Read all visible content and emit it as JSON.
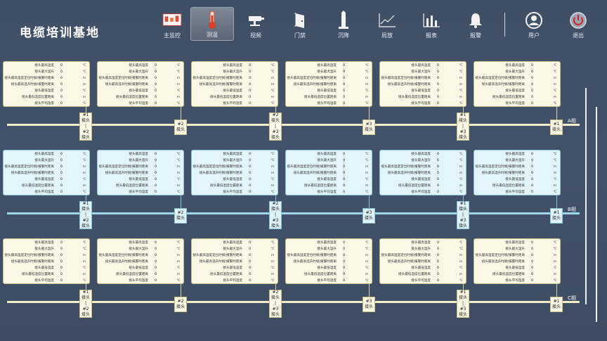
{
  "app_title": "电缆培训基地",
  "nav": [
    {
      "label": "主监控",
      "icon": "monitor-icon"
    },
    {
      "label": "测温",
      "icon": "thermometer-icon",
      "active": true
    },
    {
      "label": "视频",
      "icon": "camera-icon"
    },
    {
      "label": "门禁",
      "icon": "door-icon"
    },
    {
      "label": "沉降",
      "icon": "tower-icon"
    },
    {
      "label": "局放",
      "icon": "line-chart-icon"
    },
    {
      "label": "报表",
      "icon": "bar-chart-icon"
    },
    {
      "label": "报警",
      "icon": "bell-icon"
    },
    {
      "label": "用户",
      "icon": "user-icon"
    },
    {
      "label": "退出",
      "icon": "power-icon"
    }
  ],
  "card_rows": [
    {
      "label": "接头最高温度",
      "value": "0",
      "unit": "℃"
    },
    {
      "label": "接头最大温升",
      "value": "0",
      "unit": "℃"
    },
    {
      "label": "接头最高温度定位时纲/报警时距离",
      "value": "0",
      "unit": "m"
    },
    {
      "label": "接头最高温升时纲/报警时距离",
      "value": "0",
      "unit": "m"
    },
    {
      "label": "接头最低温度",
      "value": "0",
      "unit": "℃"
    },
    {
      "label": "接头最低温度位置距离",
      "value": "0",
      "unit": "m"
    },
    {
      "label": "接头平均温度",
      "value": "0",
      "unit": "℃"
    }
  ],
  "phases": [
    {
      "name": "A相",
      "theme": "y",
      "joints": [
        [
          "#1",
          "接头",
          "|",
          "#2",
          "接头"
        ],
        [
          "#2",
          "接头"
        ],
        [
          "#2",
          "接头",
          "|",
          "#3",
          "接头"
        ],
        [
          "#3",
          "接头"
        ],
        [
          "#1",
          "接头",
          "|",
          "#3",
          "接头"
        ],
        [
          "#1",
          "接头"
        ]
      ]
    },
    {
      "name": "B相",
      "theme": "b",
      "joints": [
        [
          "#1",
          "接头",
          "|",
          "#2",
          "接头"
        ],
        [
          "#2",
          "接头"
        ],
        [
          "#2",
          "接头",
          "|",
          "#3",
          "接头"
        ],
        [
          "#3",
          "接头"
        ],
        [
          "#1",
          "接头",
          "|",
          "#3",
          "接头"
        ],
        [
          "#1",
          "接头"
        ]
      ]
    },
    {
      "name": "C相",
      "theme": "y",
      "joints": [
        [
          "#1",
          "接头",
          "|",
          "#2",
          "接头"
        ],
        [
          "#2",
          "接头"
        ],
        [
          "#2",
          "接头",
          "|",
          "#3",
          "接头"
        ],
        [
          "#3",
          "接头"
        ],
        [
          "#1",
          "接头",
          "|",
          "#3",
          "接头"
        ],
        [
          "#1",
          "接头"
        ]
      ]
    }
  ]
}
